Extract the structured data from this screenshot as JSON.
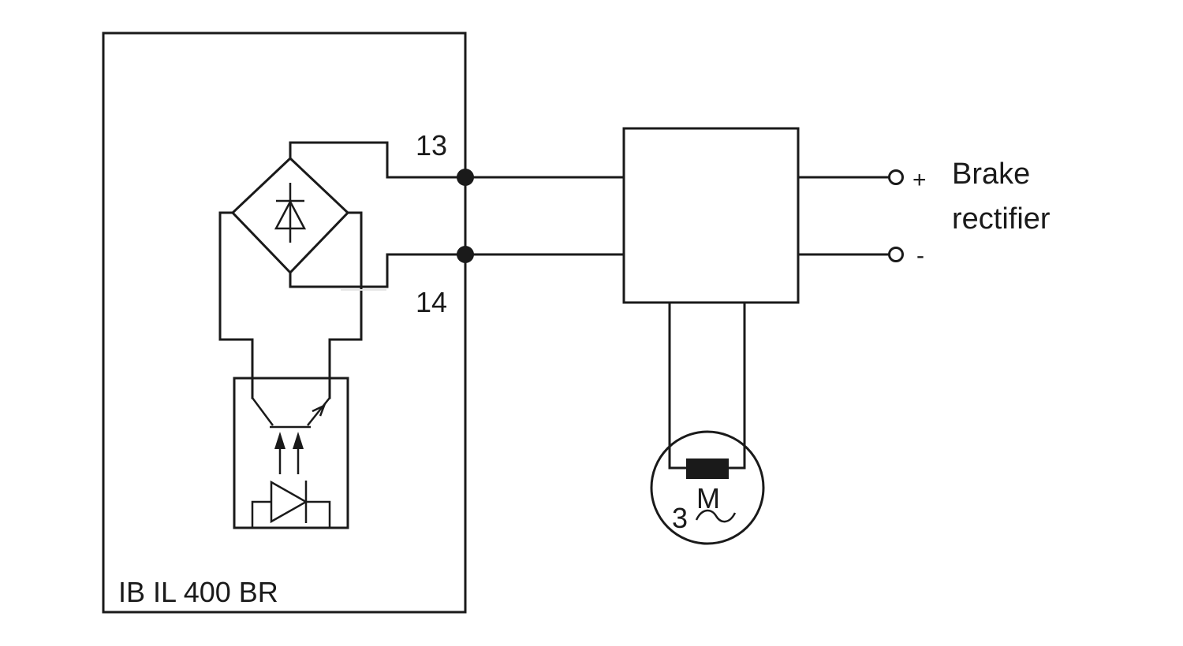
{
  "device": {
    "name": "IB IL 400 BR",
    "terminal_top": "13",
    "terminal_bottom": "14"
  },
  "rectifier": {
    "label_line1": "Brake",
    "label_line2": "rectifier",
    "plus": "+",
    "minus": "-"
  },
  "motor": {
    "letter": "M",
    "phases": "3",
    "ac_symbol": "~"
  },
  "colors": {
    "line": "#1a1a1a",
    "background": "#ffffff"
  }
}
